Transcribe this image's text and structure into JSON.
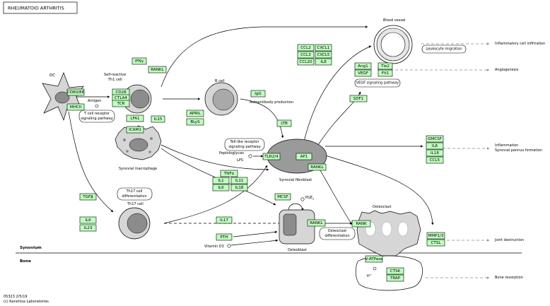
{
  "title": "RHEUMATOID ARTHRITIS",
  "footer": {
    "id": "05323 2/5/19",
    "copyright": "(c) Kanehisa Laboratories"
  },
  "cells": {
    "dc": "DC",
    "th1": [
      "Self-reactive",
      "Th1 cell"
    ],
    "bcell": "B cell",
    "macrophage": "Synovial macrophage",
    "th17": "Th17 cell",
    "fibroblast": "Synovial fibroblast",
    "osteoblast": "Osteoblast",
    "osteoclast": "Osteoclast",
    "blood_vessel": "Blood vessel"
  },
  "labels": {
    "antigen": "Antigen",
    "autoantibody": "Autoantibody production",
    "peptidoglycan": "Peptidoglycan",
    "lps": "LPS",
    "pge2": "PGE",
    "pge2_sub": "2",
    "vitamin_d3": "Vitamin D3",
    "hplus": "H",
    "hplus_sup": "+",
    "synovium": "Synovium",
    "bone": "Bone"
  },
  "pathways": {
    "tcr": [
      "T cell receptor",
      "signaling pathway"
    ],
    "th17_diff": [
      "Th17 cell",
      "differentiation"
    ],
    "tlr": [
      "Toll-like receptor",
      "signaling pathway"
    ],
    "osteoclast_diff": [
      "Osteoclast",
      "differentiation"
    ],
    "vegf": "VEGF signaling pathway"
  },
  "outcomes": {
    "leukocyte": "Leukocyte migration",
    "inflam_infil": "Inflammatory cell infiltration",
    "angiogenesis": "Angiogenesis",
    "inflammation": "Inflammation",
    "pannus": "Synovial pannus formation",
    "joint": "Joint destruction",
    "bone_resorption": "Bone resorption"
  },
  "genes": {
    "cd80": "CD80/86",
    "mhcii": "MHCII",
    "cd28": "CD28",
    "ctla4": "CTLA4",
    "tcr": "TCR",
    "ifng": "IFNγ",
    "rankl_th1": "RANKL",
    "lfa1": "LFA1",
    "icam1": "ICAM1",
    "il15": "IL15",
    "april": "APRIL",
    "blys": "BLyS",
    "igg": "IgG",
    "ltb": "LTB",
    "tlr24": "TLR2/4",
    "ap1": "AP1",
    "rankl_fib": "RANKL",
    "tnfa": "TNFα",
    "il1": "IL1",
    "il11": "IL11",
    "il6_m": "IL6",
    "il18": "IL18",
    "tgfb": "TGFβ",
    "il6_t": "IL6",
    "il23": "IL23",
    "il17": "IL17",
    "mcsf": "MCSF",
    "pth": "PTH",
    "rankl_ob": "RANKL",
    "rank": "RANK",
    "ccl2": "CCL2",
    "cxcl1": "CXCL1",
    "ccl3": "CCL3",
    "cxcl5": "CXCL5",
    "ccl20": "CCL20",
    "il8": "IL8",
    "ang1": "Ang1",
    "tie2": "Tie2",
    "vegf": "VEGF",
    "flt1": "Flt1",
    "sdf1": "SDF1",
    "gmcsf": "GMCSF",
    "il6_r": "IL6",
    "il18_r": "IL18",
    "ccl5": "CCL5",
    "mmp": "MMP1/3",
    "ctsl": "CTSL",
    "vatpase": "V-ATPase",
    "ctsk": "CTSK",
    "trap": "TRAP"
  }
}
